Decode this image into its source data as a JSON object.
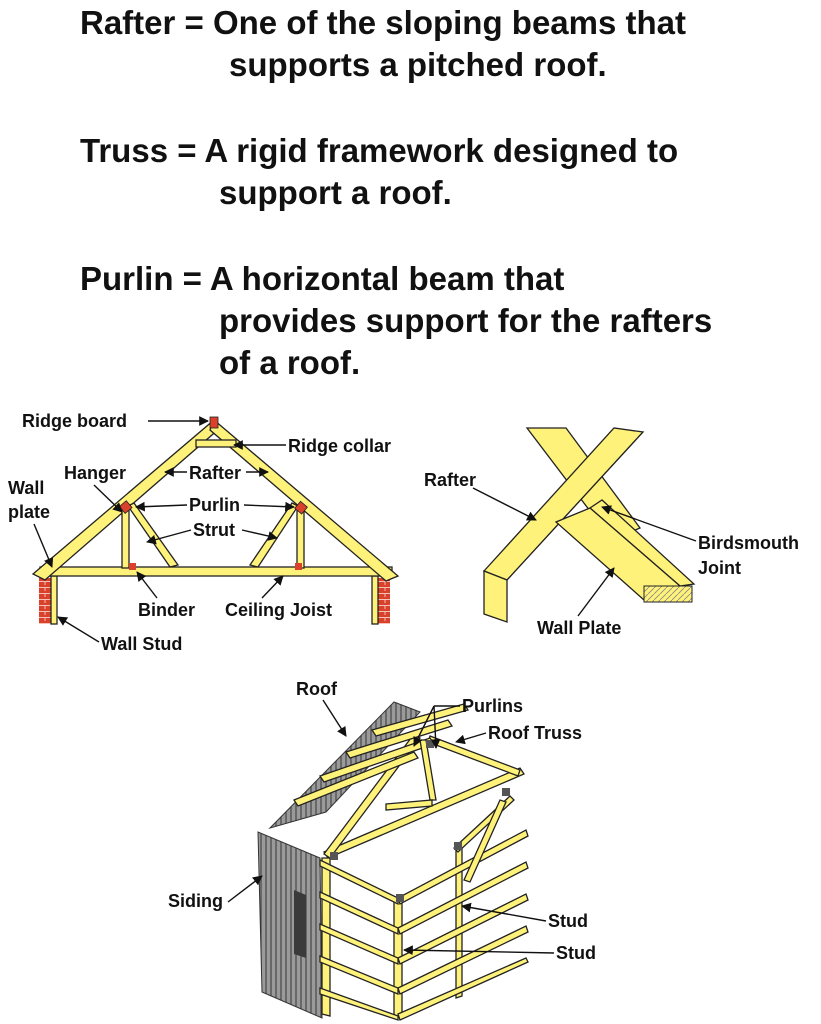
{
  "definitions": [
    {
      "line1": "Rafter = One of the sloping beams that",
      "line2": "supports a pitched roof."
    },
    {
      "line1": "Truss = A rigid framework designed to",
      "line2": "support a roof."
    },
    {
      "line1": "Purlin = A horizontal beam that",
      "line2": "provides support for the rafters",
      "line3": "of a roof."
    }
  ],
  "truss_diagram": {
    "ridge_board": "Ridge board",
    "ridge_collar": "Ridge collar",
    "hanger": "Hanger",
    "rafter": "Rafter",
    "wall": "Wall",
    "plate": "plate",
    "purlin": "Purlin",
    "strut": "Strut",
    "binder": "Binder",
    "ceiling_joist": "Ceiling Joist",
    "wall_stud": "Wall Stud"
  },
  "joint_diagram": {
    "rafter": "Rafter",
    "birdsmouth": "Birdsmouth",
    "joint": "Joint",
    "wall_plate": "Wall Plate"
  },
  "building_diagram": {
    "roof": "Roof",
    "purlins": "Purlins",
    "roof_truss": "Roof Truss",
    "siding": "Siding",
    "stud_1": "Stud",
    "stud_2": "Stud"
  },
  "colors": {
    "wood": "#fff27a",
    "brick": "#d9412b",
    "metal": "#8a8a8a"
  }
}
